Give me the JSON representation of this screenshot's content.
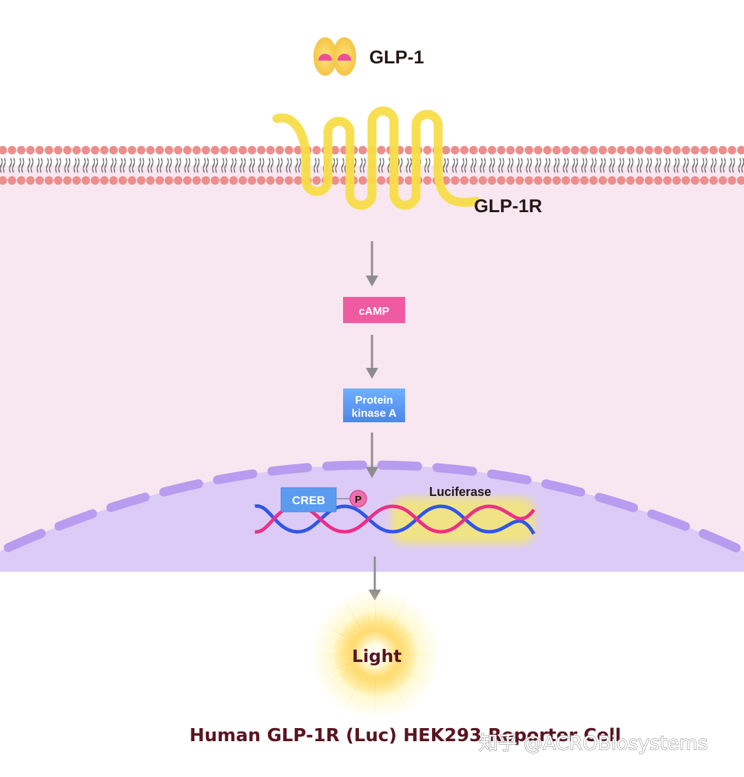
{
  "ligand": {
    "label": "GLP-1"
  },
  "receptor": {
    "label": "GLP-1R"
  },
  "pathway": {
    "camp": {
      "label": "cAMP",
      "color": "#ef5ba1"
    },
    "pka": {
      "line1": "Protein",
      "line2": "kinase A",
      "color": "#5b9bf0"
    }
  },
  "nucleus": {
    "creb": {
      "label": "CREB",
      "color": "#5b9bf0"
    },
    "phospho": {
      "label": "P",
      "color": "#ef6fae"
    },
    "gene": {
      "label": "Luciferase"
    }
  },
  "output": {
    "label": "Light"
  },
  "caption": "Human GLP-1R (Luc) HEK293 Reporter Cell",
  "watermark": "知乎 @ACROBiosystems",
  "colors": {
    "cytoplasm": "#f8e7f0",
    "nucleus": "#dccbf7",
    "nuclear_envelope": "#b79cef",
    "lipid_head": "#ec8f8c",
    "receptor": "#f7dd48",
    "arrow": "#8c8c8c",
    "dna_blue": "#2f55e8",
    "dna_pink": "#ec2f86"
  }
}
